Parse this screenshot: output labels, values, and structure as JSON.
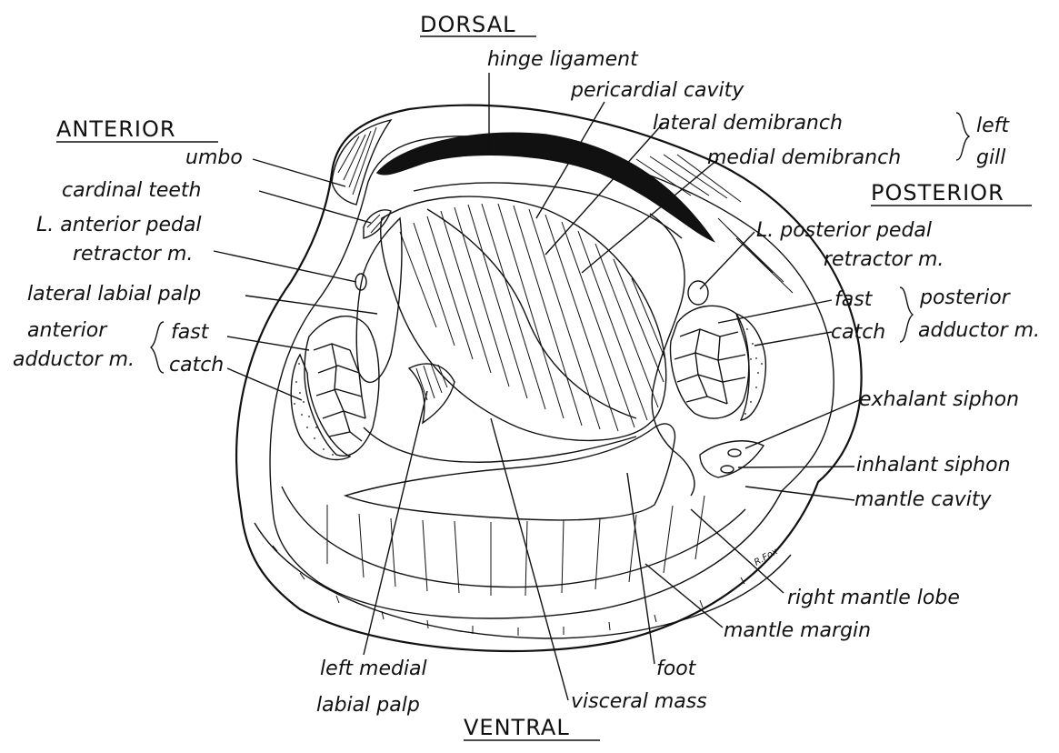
{
  "directions": {
    "dorsal": "DORSAL",
    "ventral": "VENTRAL",
    "anterior": "ANTERIOR",
    "posterior": "POSTERIOR"
  },
  "labels": {
    "hinge_ligament": "hinge ligament",
    "pericardial_cavity": "pericardial cavity",
    "lateral_demibranch": "lateral demibranch",
    "medial_demibranch": "medial demibranch",
    "left_gill_1": "left",
    "left_gill_2": "gill",
    "umbo": "umbo",
    "cardinal_teeth": "cardinal teeth",
    "l_anterior_pedal_1": "L. anterior pedal",
    "l_anterior_pedal_2": "retractor m.",
    "l_posterior_pedal_1": "L. posterior pedal",
    "l_posterior_pedal_2": "retractor m.",
    "lateral_labial_palp": "lateral labial palp",
    "anterior_adductor_1": "anterior",
    "anterior_adductor_2": "adductor m.",
    "ant_fast": "fast",
    "ant_catch": "catch",
    "post_fast": "fast",
    "post_catch": "catch",
    "posterior_adductor_1": "posterior",
    "posterior_adductor_2": "adductor m.",
    "exhalant_siphon": "exhalant siphon",
    "inhalant_siphon": "inhalant siphon",
    "mantle_cavity": "mantle cavity",
    "right_mantle_lobe": "right mantle lobe",
    "mantle_margin": "mantle margin",
    "foot": "foot",
    "visceral_mass": "visceral mass",
    "left_medial_labial_palp_1": "left medial",
    "left_medial_labial_palp_2": "labial palp",
    "signature": "R.Fox"
  }
}
